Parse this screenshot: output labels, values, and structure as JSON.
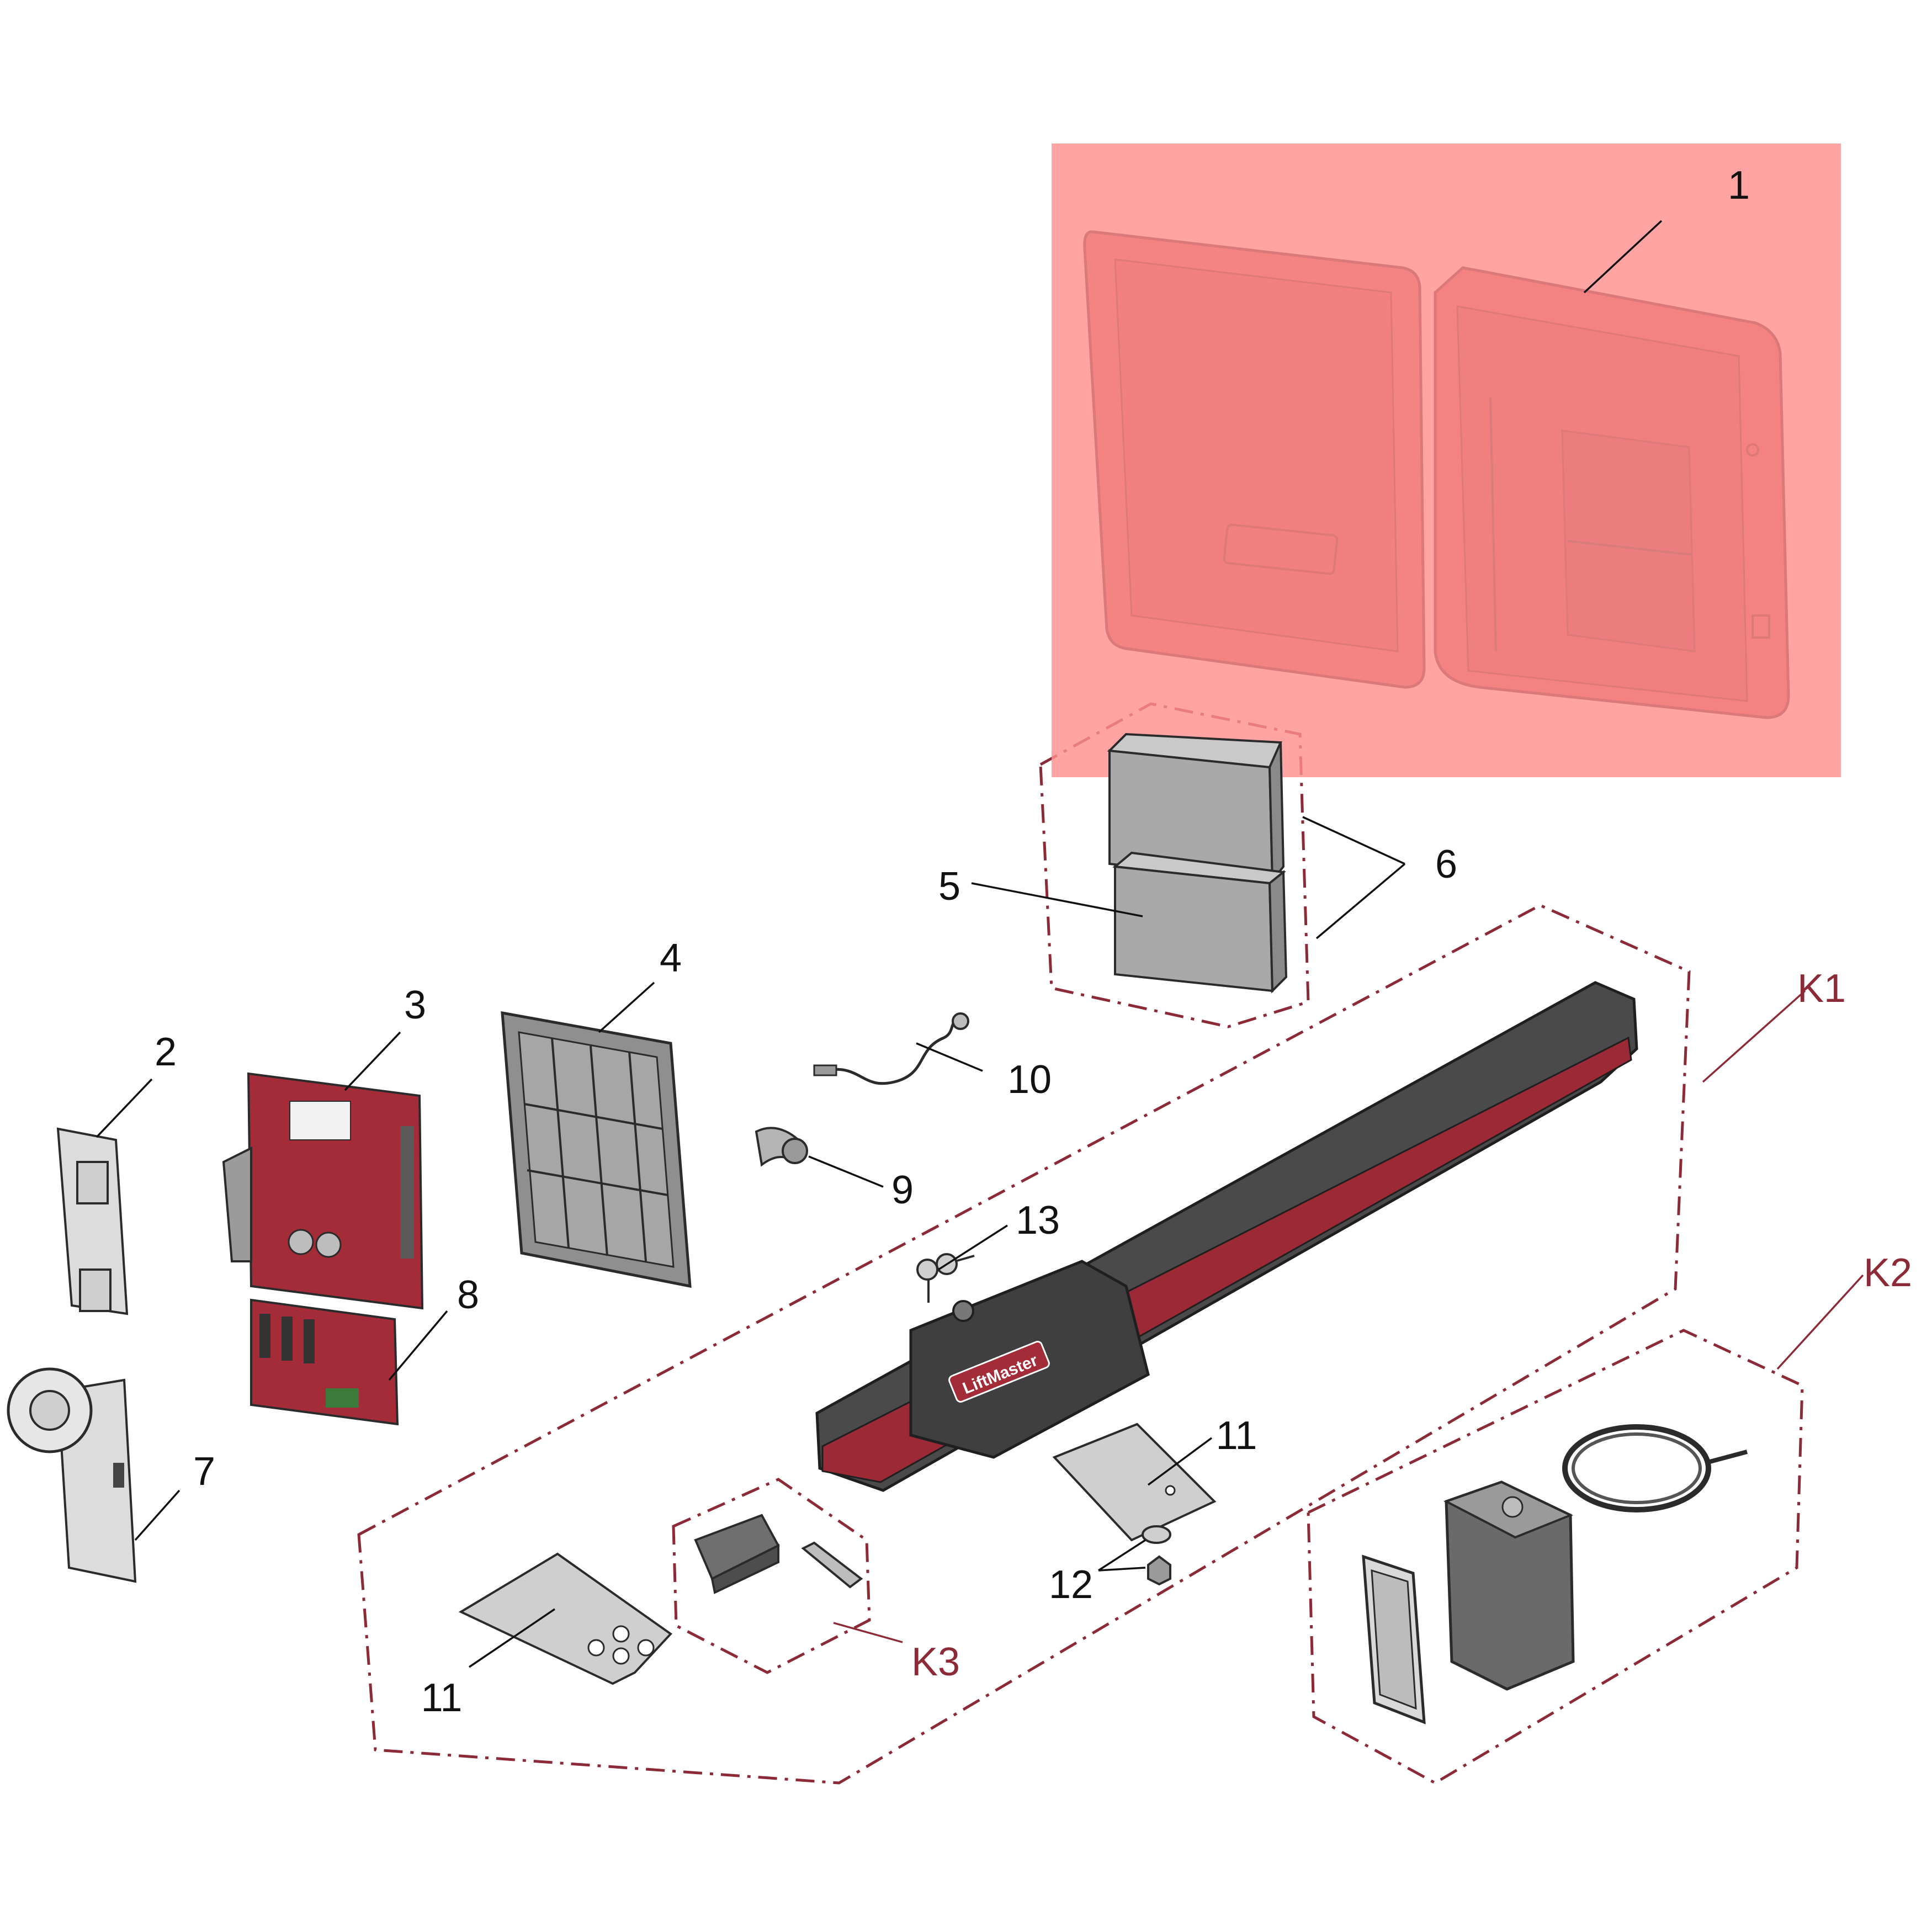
{
  "diagram": {
    "highlight_color": "#ff8f8f",
    "kit_color": "#8c2a37",
    "board_color": "#a32c38",
    "brand_label": "LiftMaster"
  },
  "callouts": {
    "c1": "1",
    "c2": "2",
    "c3": "3",
    "c4": "4",
    "c5": "5",
    "c6": "6",
    "c7": "7",
    "c8": "8",
    "c9": "9",
    "c10": "10",
    "c11a": "11",
    "c11b": "11",
    "c12": "12",
    "c13": "13"
  },
  "kits": {
    "k1": "K1",
    "k2": "K2",
    "k3": "K3"
  }
}
